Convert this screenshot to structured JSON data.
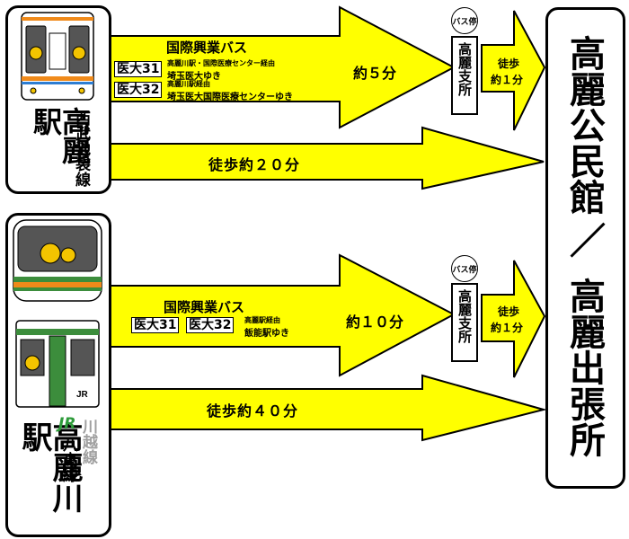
{
  "top_station": {
    "name": "高麗駅",
    "line": "西武池袋線"
  },
  "bottom_station": {
    "name": "高麗川駅",
    "jr_logo": "JR",
    "line_hachiko": "八高線",
    "line_kawagoe": "川越線"
  },
  "destination": {
    "name_1": "高麗公民館",
    "separator": "／",
    "name_2": "高麗出張所"
  },
  "top_bus": {
    "company": "国際興業バス",
    "route_1": "医大31",
    "route_1_via": "高麗川駅・国際医療センター経由",
    "route_1_dest": "埼玉医大ゆき",
    "route_2": "医大32",
    "route_2_via": "高麗川駅経由",
    "route_2_dest": "埼玉医大国際医療センターゆき",
    "time": "約５分"
  },
  "top_walk": {
    "label": "徒歩約２０分"
  },
  "top_stop": {
    "badge": "バス停",
    "name": "高麗支所"
  },
  "top_stop_walk": {
    "line1": "徒歩",
    "line2": "約１分"
  },
  "bottom_bus": {
    "company": "国際興業バス",
    "route_1": "医大31",
    "route_2": "医大32",
    "via": "高麗駅経由",
    "dest": "飯能駅ゆき",
    "time": "約１０分"
  },
  "bottom_walk": {
    "label": "徒歩約４０分"
  },
  "bottom_stop": {
    "badge": "バス停",
    "name": "高麗支所"
  },
  "bottom_stop_walk": {
    "line1": "徒歩",
    "line2": "約１分"
  },
  "colors": {
    "arrow_fill": "#ffff00",
    "jr_green": "#2e9b3a",
    "kawagoe_gray": "#a0a0a0",
    "train_orange": "#f08a1a",
    "train_green": "#3c8d3c"
  }
}
